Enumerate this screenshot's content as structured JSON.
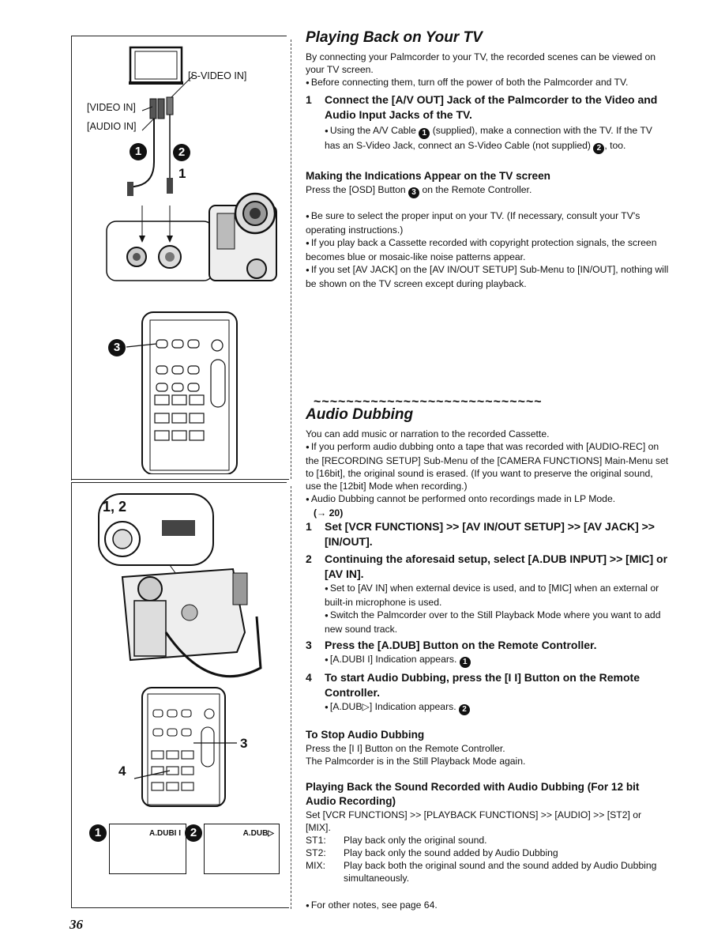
{
  "page_number": "36",
  "left": {
    "fig1": {
      "svideo_in": "[S-VIDEO IN]",
      "video_in": "[VIDEO IN]",
      "audio_in": "[AUDIO IN]",
      "marker1": "1",
      "marker2": "2",
      "step_number": "1",
      "marker3": "3"
    },
    "fig2": {
      "step_label": "1, 2",
      "callout3": "3",
      "callout4": "4",
      "screen1_marker": "1",
      "screen1_text": "A.DUBI I",
      "screen2_marker": "2",
      "screen2_text": "A.DUB▷"
    }
  },
  "section1": {
    "title": "Playing Back on Your TV",
    "intro": "By connecting your Palmcorder to your TV, the recorded scenes can be viewed on your TV screen.",
    "bullet1": "Before connecting them, turn off the power of both the Palmcorder and TV.",
    "step1_num": "1",
    "step1_text": "Connect the [A/V OUT] Jack of the Palmcorder to the Video and Audio Input Jacks of the TV.",
    "step1_note_a": "Using the A/V Cable",
    "step1_note_b": "(supplied), make a connection with the TV. If the TV has an S-Video Jack, connect an S-Video Cable (not supplied)",
    "step1_note_c": ", too.",
    "c1": "1",
    "c2": "2",
    "sub_title": "Making the Indications Appear on the TV screen",
    "sub_text_a": "Press the [OSD] Button",
    "sub_text_b": "on the Remote Controller.",
    "c3": "3",
    "note1": "Be sure to select the proper input on your TV. (If necessary, consult your TV's operating instructions.)",
    "note2": "If you play back a Cassette recorded with copyright protection signals, the screen becomes blue or mosaic-like noise patterns appear.",
    "note3": "If you set [AV JACK] on the [AV IN/OUT SETUP] Sub-Menu to [IN/OUT], nothing will be shown on the TV screen except during playback."
  },
  "divider": "~~~~~~~~~~~~~~~~~~~~~~~~~~~~",
  "section2": {
    "title": "Audio Dubbing",
    "intro": "You can add music or narration to the recorded Cassette.",
    "bullet1": "If you perform audio dubbing onto a tape that was recorded with [AUDIO-REC] on the [RECORDING SETUP] Sub-Menu of the [CAMERA FUNCTIONS] Main-Menu set to [16bit], the original sound is erased. (If you want to preserve the original sound, use the [12bit] Mode when recording.)",
    "bullet2": "Audio Dubbing cannot be performed onto recordings made in LP Mode.",
    "bullet2_ref": "(→ 20)",
    "step1_num": "1",
    "step1_text": "Set [VCR FUNCTIONS] >> [AV IN/OUT SETUP] >> [AV JACK] >> [IN/OUT].",
    "step2_num": "2",
    "step2_text": "Continuing the aforesaid setup, select [A.DUB INPUT] >> [MIC] or [AV IN].",
    "step2_note1": "Set to [AV IN] when external device is used, and to [MIC] when an external or built-in microphone is used.",
    "step2_note2": "Switch the Palmcorder over to the Still Playback Mode where you want to add new sound track.",
    "step3_num": "3",
    "step3_text": "Press the [A.DUB] Button on the Remote Controller.",
    "step3_note": "[A.DUBI I] Indication appears.",
    "step4_num": "4",
    "step4_text": "To start Audio Dubbing, press the [I I] Button on the Remote Controller.",
    "step4_note": "[A.DUB▷] Indication appears.",
    "c1": "1",
    "c2": "2",
    "stop_title": "To Stop Audio Dubbing",
    "stop_text1": "Press the [I I] Button on the Remote Controller.",
    "stop_text2": "The Palmcorder is in the Still Playback Mode again.",
    "play_title": "Playing Back the Sound Recorded with Audio Dubbing (For 12 bit Audio Recording)",
    "play_text": "Set [VCR FUNCTIONS] >> [PLAYBACK FUNCTIONS] >> [AUDIO] >> [ST2] or [MIX].",
    "st1_k": "ST1:",
    "st1_v": "Play back only the original sound.",
    "st2_k": "ST2:",
    "st2_v": "Play back only the sound added by Audio Dubbing",
    "mix_k": "MIX:",
    "mix_v": "Play back both the original sound and the sound added by Audio Dubbing simultaneously.",
    "other": "For other notes, see page 64."
  }
}
